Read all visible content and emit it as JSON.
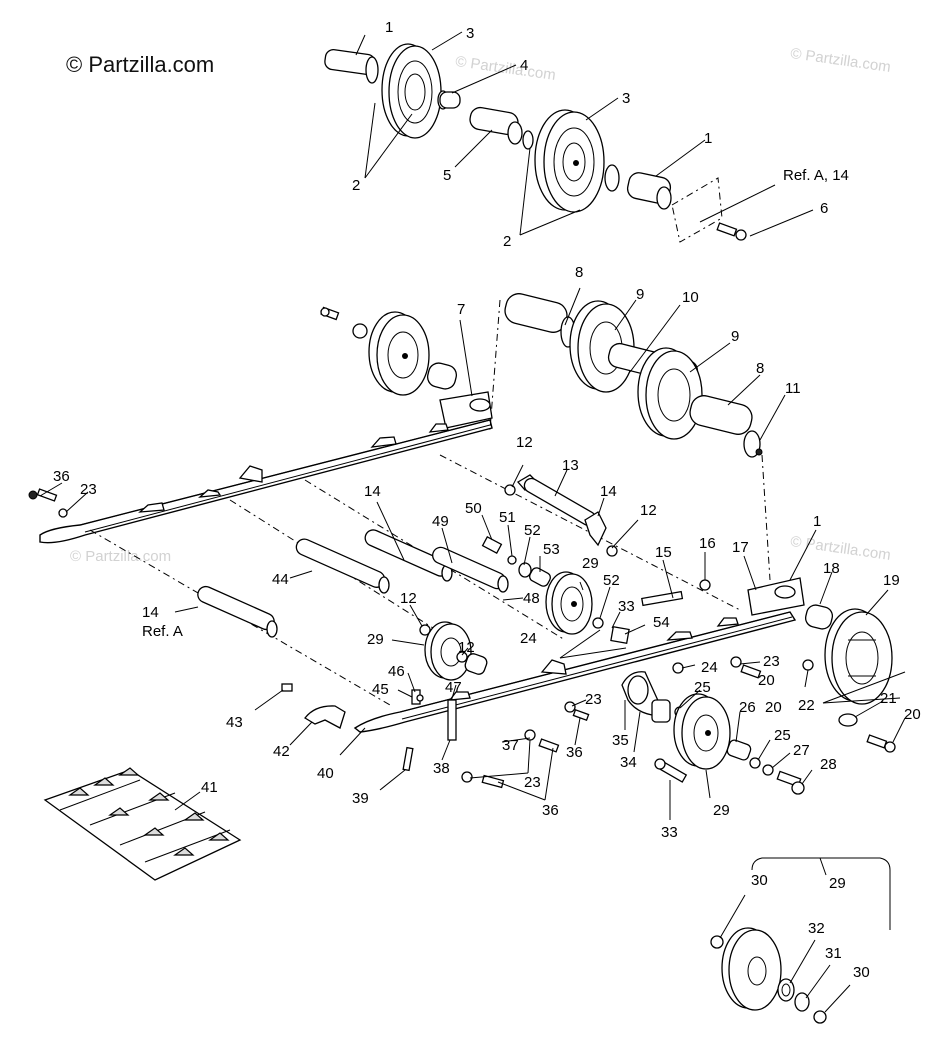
{
  "watermark": {
    "main": "© Partzilla.com",
    "faint": "© Partzilla.com"
  },
  "callouts": {
    "c1": "1",
    "c2": "2",
    "c3": "3",
    "c4": "4",
    "c5": "5",
    "c6": "6",
    "c7": "7",
    "c8": "8",
    "c9": "9",
    "c10": "10",
    "c11": "11",
    "c12": "12",
    "c13": "13",
    "c14": "14",
    "c15": "15",
    "c16": "16",
    "c17": "17",
    "c18": "18",
    "c19": "19",
    "c20": "20",
    "c21": "21",
    "c22": "22",
    "c23": "23",
    "c24": "24",
    "c25": "25",
    "c26": "26",
    "c27": "27",
    "c28": "28",
    "c29": "29",
    "c30": "30",
    "c31": "31",
    "c32": "32",
    "c33": "33",
    "c34": "34",
    "c35": "35",
    "c36": "36",
    "c37": "37",
    "c38": "38",
    "c39": "39",
    "c40": "40",
    "c41": "41",
    "c42": "42",
    "c43": "43",
    "c44": "44",
    "c45": "45",
    "c46": "46",
    "c47": "47",
    "c48": "48",
    "c49": "49",
    "c50": "50",
    "c51": "51",
    "c52": "52",
    "c53": "53",
    "c54": "54",
    "ref_a_14": "Ref. A, 14",
    "ref_a": "Ref. A"
  }
}
